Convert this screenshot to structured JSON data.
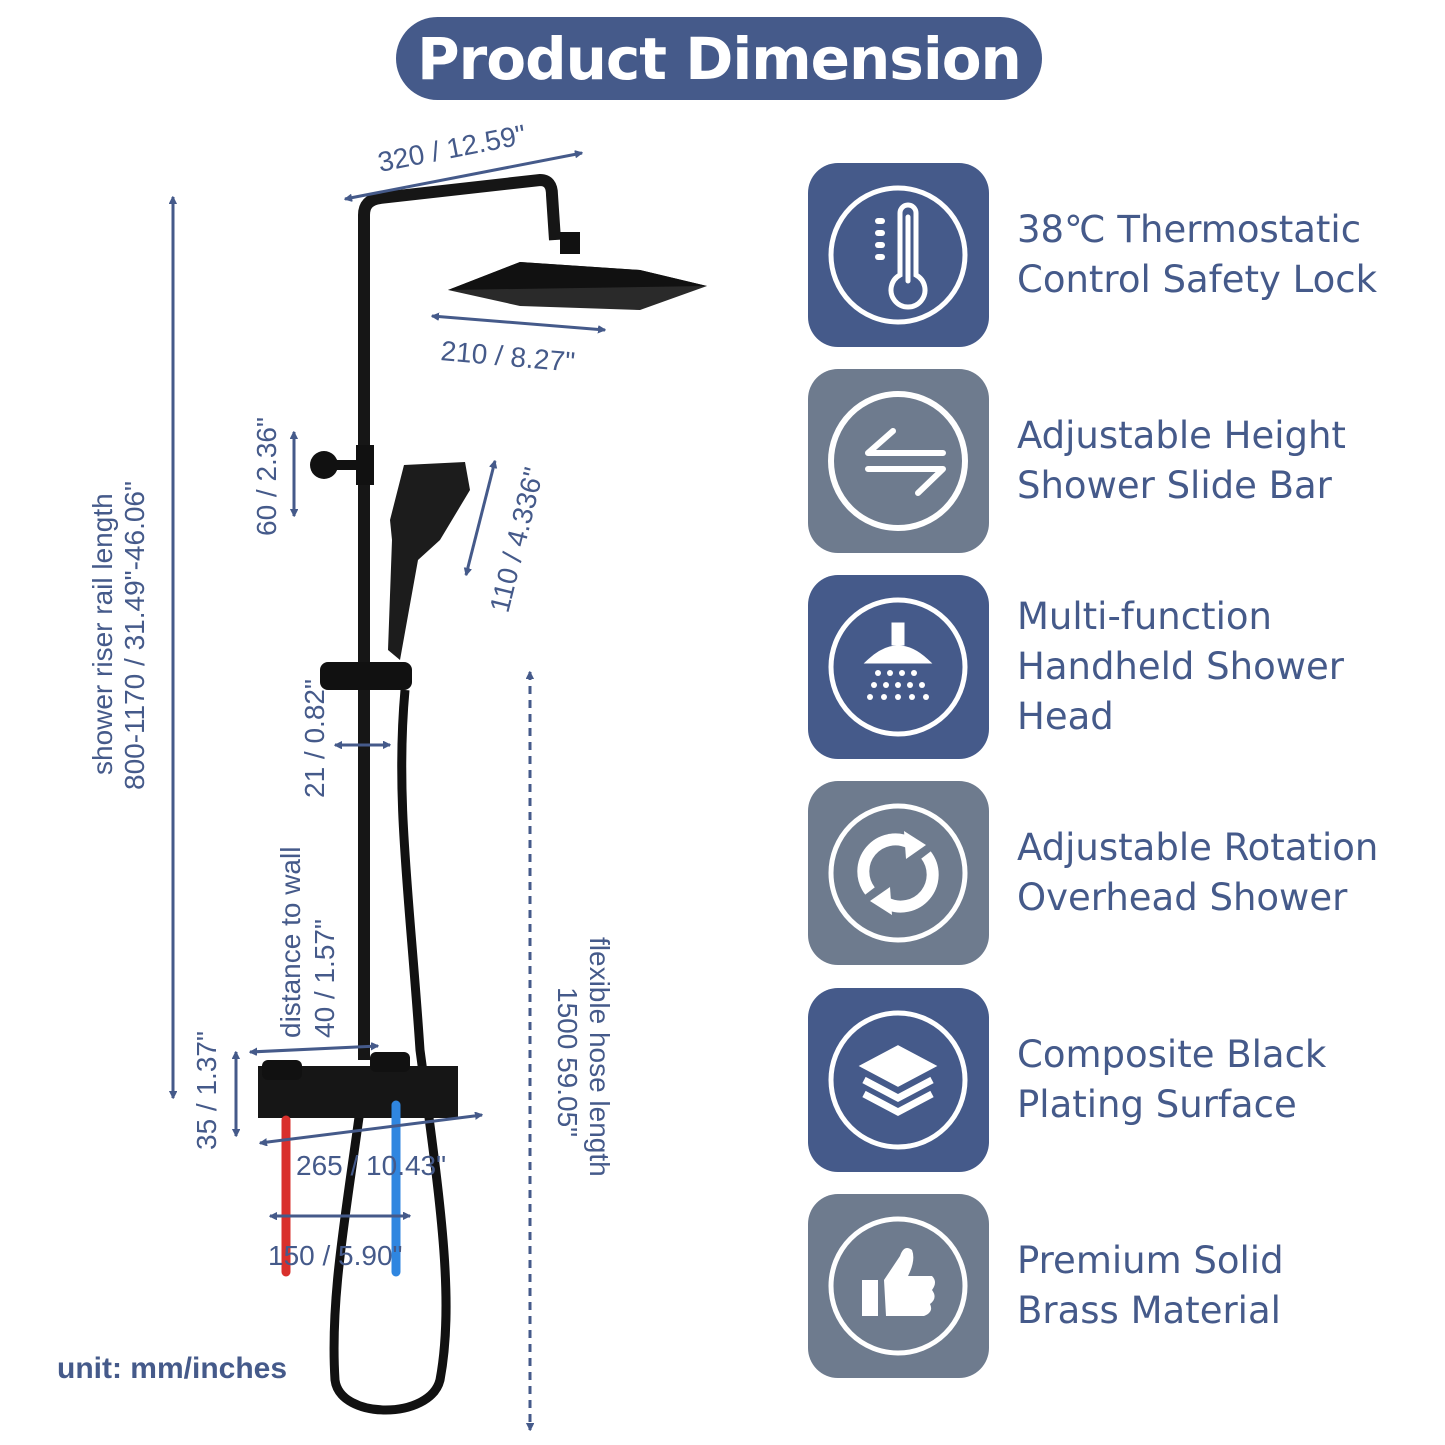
{
  "title": "Product Dimension",
  "unit_label": "unit: mm/inches",
  "dimensions": {
    "top_arm": "320 / 12.59\"",
    "head_width": "210 / 8.27\"",
    "bracket": "60 / 2.36\"",
    "handheld": "110 / 4.336\"",
    "rail_length_label": "shower riser rail length",
    "rail_length_value": "800-1170 / 31.49\"-46.06\"",
    "holder_offset": "21 / 0.82\"",
    "wall_label": "distance to wall",
    "wall_value": "40 / 1.57\"",
    "valve_height": "35 / 1.37\"",
    "valve_width": "265 / 10.43\"",
    "inlet_spacing": "150 / 5.90\"",
    "hose_label": "flexible hose length",
    "hose_value": "1500 59.05\""
  },
  "features": [
    {
      "icon": "thermometer-icon",
      "style": "blue",
      "lines": [
        "38℃ Thermostatic",
        "Control Safety Lock"
      ]
    },
    {
      "icon": "swap-arrows-icon",
      "style": "grey",
      "lines": [
        "Adjustable Height",
        "Shower Slide Bar"
      ]
    },
    {
      "icon": "shower-head-icon",
      "style": "blue",
      "lines": [
        "Multi-function",
        "Handheld Shower",
        "Head"
      ]
    },
    {
      "icon": "rotate-icon",
      "style": "grey",
      "lines": [
        "Adjustable Rotation",
        "Overhead Shower"
      ]
    },
    {
      "icon": "layers-icon",
      "style": "blue",
      "lines": [
        "Composite Black",
        "Plating Surface"
      ]
    },
    {
      "icon": "thumbs-up-icon",
      "style": "grey",
      "lines": [
        "Premium Solid",
        "Brass Material"
      ]
    }
  ],
  "colors": {
    "brand": "#455a8a",
    "grey": "#6e7b8e",
    "hot": "#d9302c",
    "cold": "#2f86e0"
  }
}
